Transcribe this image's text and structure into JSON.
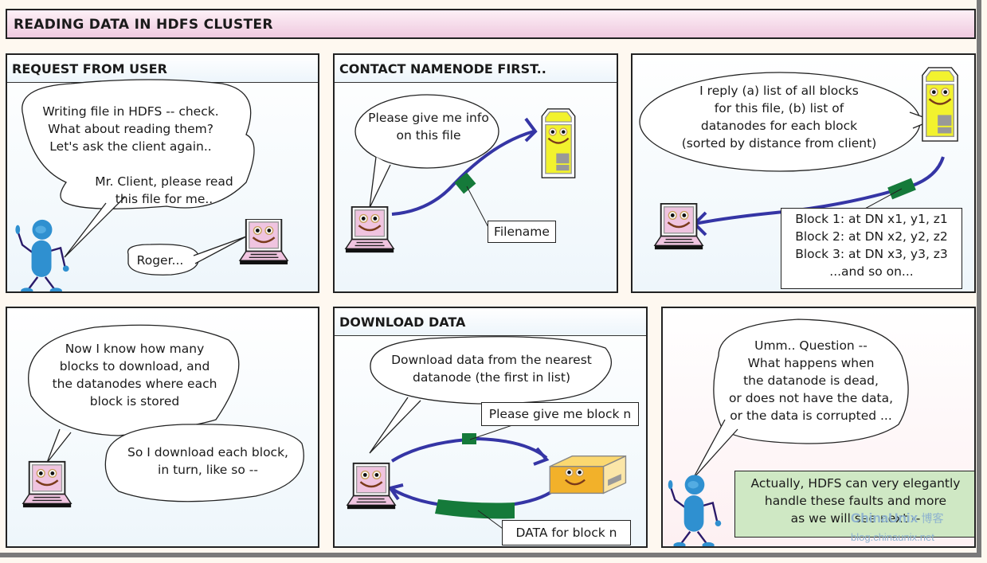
{
  "title": "READING DATA IN HDFS CLUSTER",
  "colors": {
    "page_bg": "#fef8f0",
    "title_gradient": [
      "#fdf0f6",
      "#efc9df"
    ],
    "panel_bg": "#eef6fb",
    "arrow": "#3535a5",
    "packet": "#157a3a",
    "namenode": "#f2f22e",
    "datanode": "#f2b12a",
    "client_screen": "#f0c4e0",
    "user_figure": "#2f90d0",
    "note_bg": "#cfe8c4"
  },
  "panels": [
    {
      "heading": "REQUEST FROM USER",
      "bubbles": [
        "Writing file in HDFS -- check.\nWhat about reading them?\nLet's ask the client again..",
        "Mr. Client, please read\nthis file for me..",
        "Roger..."
      ],
      "characters": [
        "user-figure",
        "client-laptop"
      ]
    },
    {
      "heading": "CONTACT NAMENODE FIRST..",
      "bubbles": [
        "Please give me info\non this file"
      ],
      "labels": [
        "Filename"
      ],
      "characters": [
        "client-laptop",
        "namenode-server"
      ]
    },
    {
      "heading": "",
      "bubbles": [
        "I reply (a) list of all blocks\nfor this file, (b) list of\ndatanodes for each block\n(sorted by distance from client)"
      ],
      "labels": [
        "Block 1: at DN x1, y1, z1\nBlock 2: at DN x2, y2, z2\nBlock 3: at DN x3, y3, z3\n...and so on..."
      ],
      "characters": [
        "namenode-server",
        "client-laptop"
      ]
    },
    {
      "heading": "",
      "bubbles": [
        "Now I know how many\nblocks to download, and\nthe datanodes where each\nblock is stored",
        "So I download each block,\nin turn, like so --"
      ],
      "characters": [
        "client-laptop"
      ]
    },
    {
      "heading": "DOWNLOAD DATA",
      "bubbles": [
        "Download data from the nearest\ndatanode (the first in list)"
      ],
      "labels": [
        "Please give me block n",
        "DATA for block n"
      ],
      "characters": [
        "client-laptop",
        "datanode-server"
      ]
    },
    {
      "heading": "",
      "bubbles": [
        "Umm.. Question --\nWhat happens when\nthe datanode is dead,\nor does not have the data,\nor the data is corrupted ..."
      ],
      "note": "Actually, HDFS can very elegantly\nhandle these faults and more\nas we will see next --",
      "characters": [
        "user-figure"
      ]
    }
  ],
  "watermark": {
    "brand": "ChinaUnix",
    "brand_suffix": "博客",
    "net": ".net",
    "url": "blog.chinaunix.net"
  }
}
